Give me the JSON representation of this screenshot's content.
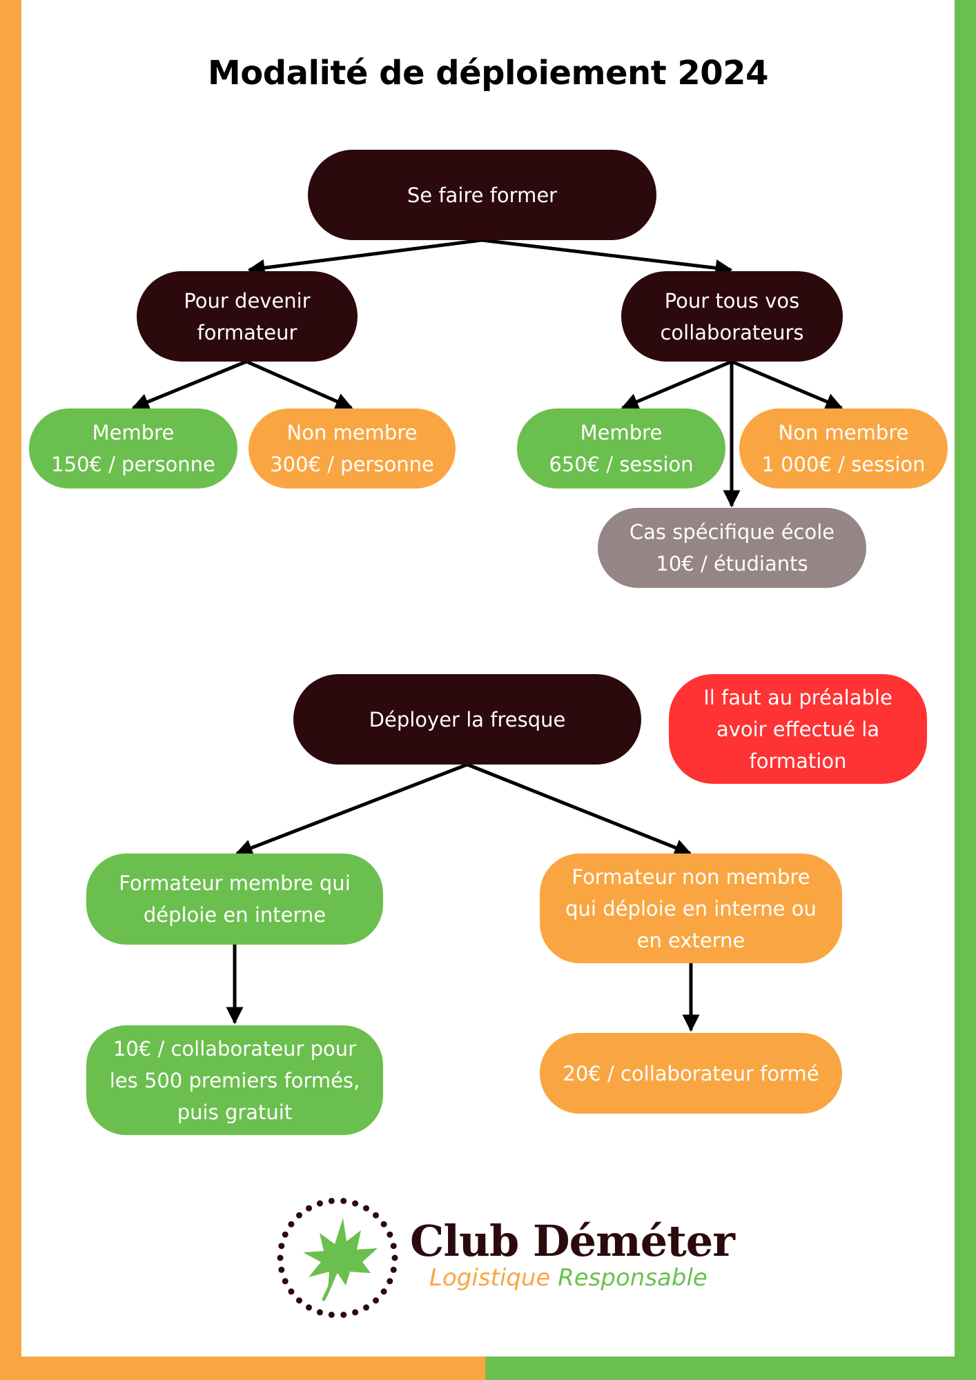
{
  "title": "Modalité de déploiement 2024",
  "colors": {
    "dark": "#2C090C",
    "green": "#6BBF4E",
    "orange": "#F9A642",
    "grey": "#968586",
    "red": "#FF3333"
  },
  "section_training": {
    "root": "Se faire former",
    "trainer_branch": {
      "label": "Pour devenir\nformateur",
      "member": "Membre\n150€ / personne",
      "non_member": "Non membre\n300€ / personne"
    },
    "staff_branch": {
      "label": "Pour tous vos\ncollaborateurs",
      "member": "Membre\n650€ / session",
      "non_member": "Non membre\n1 000€ / session",
      "school": "Cas spécifique école\n10€ / étudiants"
    }
  },
  "section_deploy": {
    "root": "Déployer la fresque",
    "note": "Il faut au préalable\navoir effectué la\nformation",
    "member_trainer": "Formateur membre qui\ndéploie en interne",
    "member_price": "10€ / collaborateur pour\nles 500 premiers formés,\npuis gratuit",
    "non_member_trainer": "Formateur non membre\nqui déploie en interne ou\nen externe",
    "non_member_price": "20€ / collaborateur formé"
  },
  "logo": {
    "name": "Club Déméter",
    "tagline_part1": "Logistique",
    "tagline_part2": "Responsable",
    "icon": "maple-leaf-icon"
  }
}
